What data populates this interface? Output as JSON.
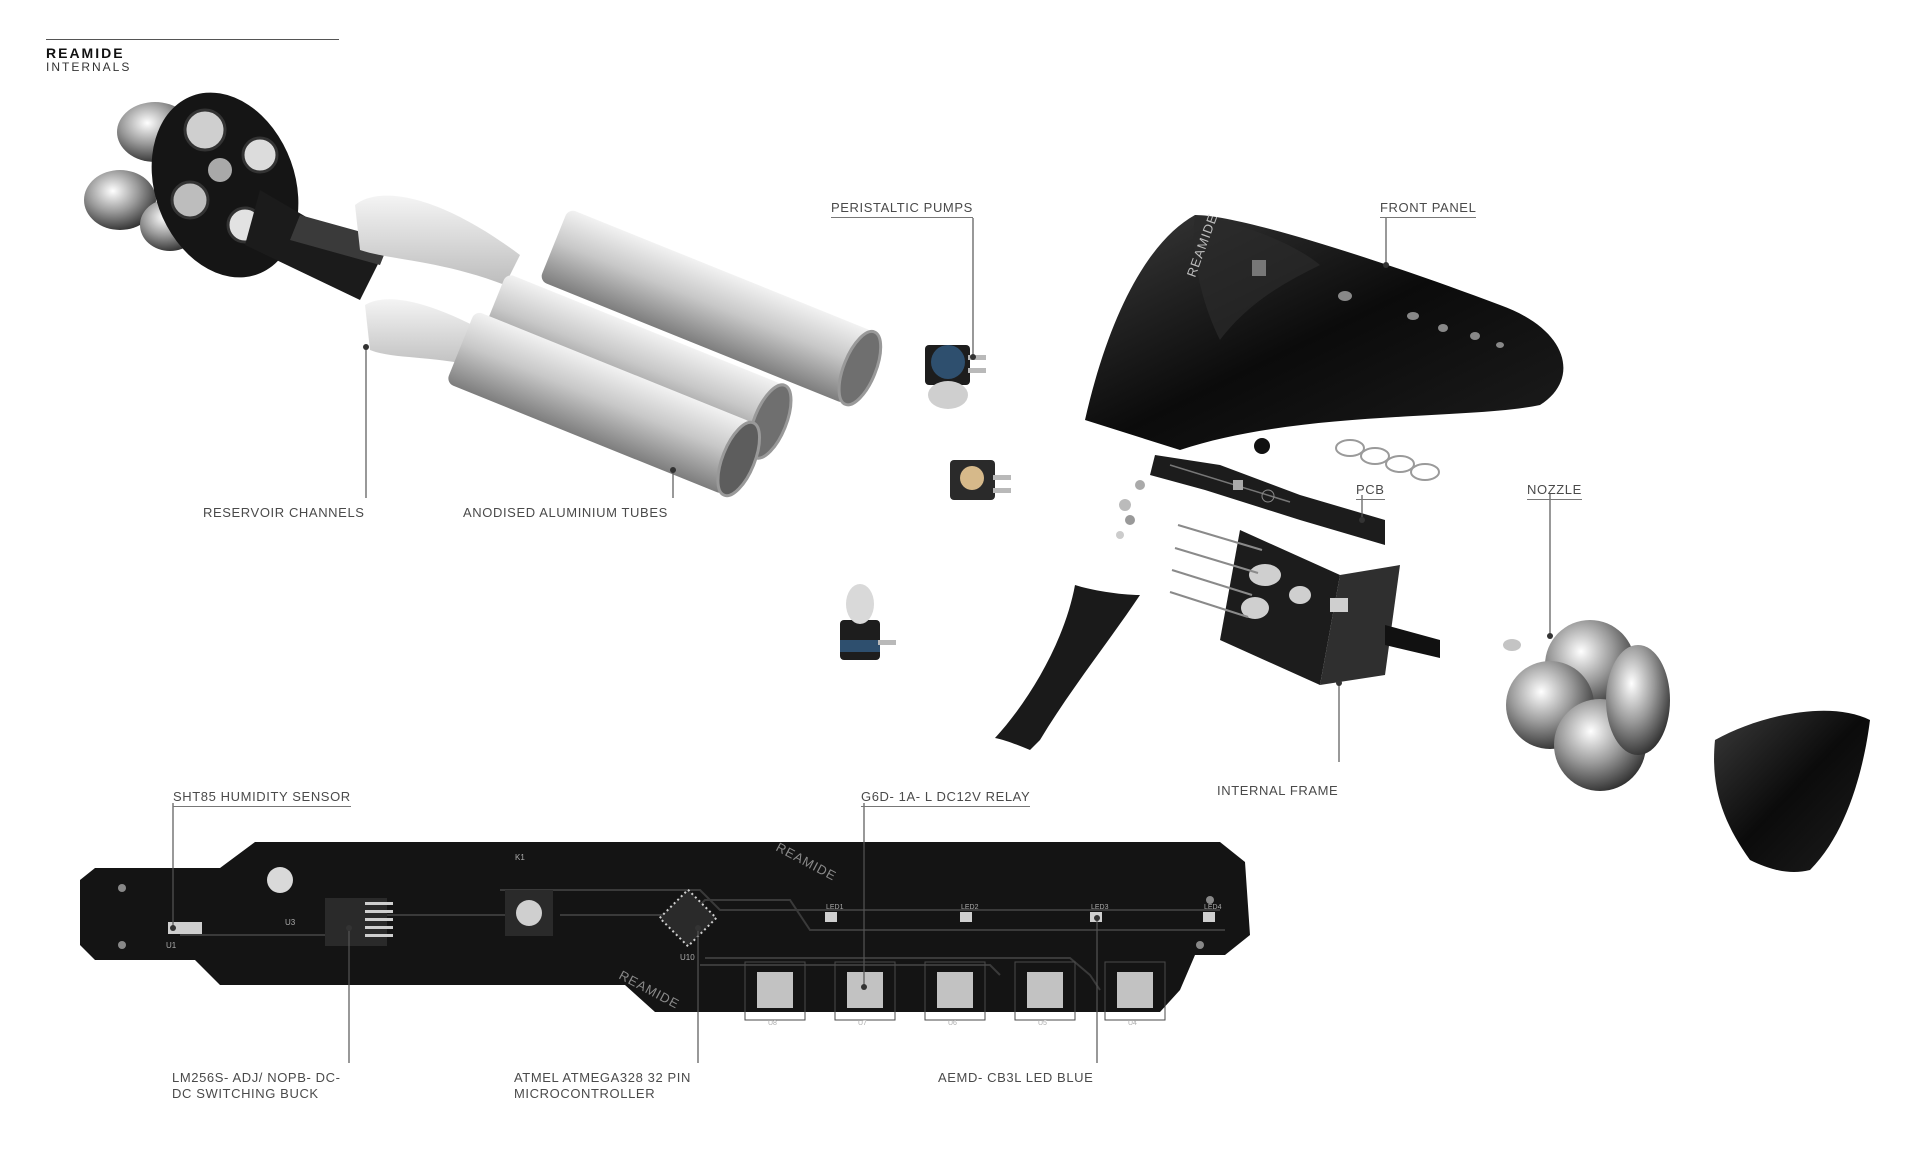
{
  "header": {
    "brand": "REAMIDE",
    "subtitle": "INTERNALS"
  },
  "labels": {
    "peristaltic_pumps": "PERISTALTIC PUMPS",
    "front_panel": "FRONT PANEL",
    "reservoir_channels": "RESERVOIR CHANNELS",
    "anodised_tubes": "ANODISED ALUMINIUM TUBES",
    "pcb": "PCB",
    "nozzle": "NOZZLE",
    "internal_frame": "INTERNAL FRAME",
    "humidity_sensor": "SHT85 HUMIDITY SENSOR",
    "relay": "G6D- 1A- L DC12V RELAY",
    "switching_buck_line1": "LM256S- ADJ/ NOPB- DC-",
    "switching_buck_line2": "DC SWITCHING BUCK",
    "microcontroller_line1": "ATMEL ATMEGA328 32 PIN",
    "microcontroller_line2": "MICROCONTROLLER",
    "led": "AEMD- CB3L LED BLUE"
  },
  "pcb_silkscreen": {
    "brand_mark_top": "REAMIDE",
    "brand_mark_bottom": "REAMIDE",
    "front_panel_mark": "REAMIDE",
    "u1": "U1",
    "u3": "U3",
    "u10": "U10",
    "k1": "K1",
    "leds": [
      "LED1",
      "LED2",
      "LED3",
      "LED4"
    ],
    "relays": [
      "U8",
      "U7",
      "U6",
      "U5",
      "U4"
    ]
  }
}
